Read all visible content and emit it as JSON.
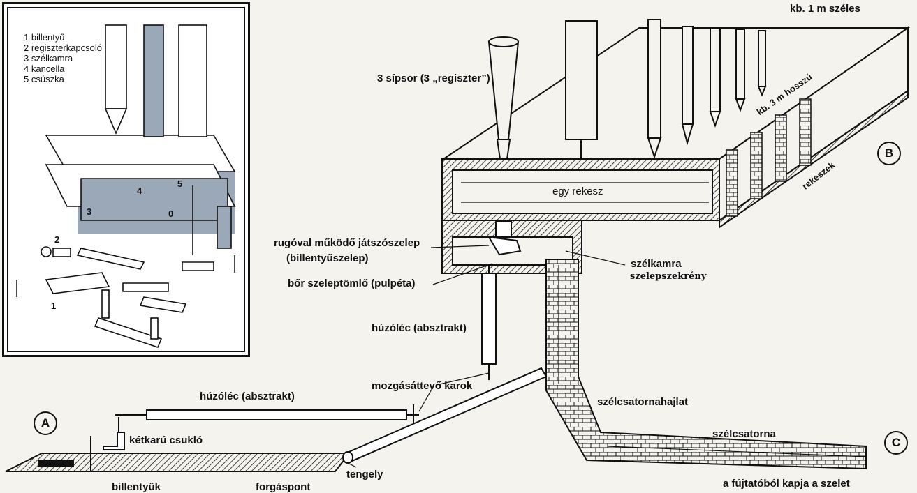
{
  "inset": {
    "legend": [
      "1 billentyű",
      "2 regiszterkapcsoló",
      "3 szélkamra",
      "4 kancella",
      "5 csúszka"
    ],
    "callouts": {
      "n1": "1",
      "n2": "2",
      "n3": "3",
      "n4": "4",
      "n5": "5",
      "n0": "0"
    }
  },
  "labels": {
    "width": "kb. 1 m széles",
    "length": "kb. 3 m hosszú",
    "pipes": "3 sípsor (3 „regiszter”)",
    "rekesz": "egy rekesz",
    "rekeszek": "rekeszek",
    "valve": "rugóval működő játszószelep",
    "valve_sub": "(billentyűszelep)",
    "pallet": "bőr szeleptömlő (pulpéta)",
    "windchest": "szélkamra",
    "valvebox": "szelepszekrény",
    "tracker_v": "húzóléc (absztrakt)",
    "tracker_h": "húzóléc (absztrakt)",
    "rollers": "mozgásáttevő karok",
    "axle": "tengely",
    "square": "kétkarú csukló",
    "keys": "billentyűk",
    "pivot": "forgáspont",
    "bend": "szélcsatornahajlat",
    "duct": "szélcsatorna",
    "bellows": "a fújtatóból kapja a szelet"
  },
  "markers": {
    "a": "A",
    "b": "B",
    "c": "C"
  },
  "colors": {
    "ink": "#111111",
    "paper": "#f4f3ee",
    "wind": "#9aa8b8"
  }
}
